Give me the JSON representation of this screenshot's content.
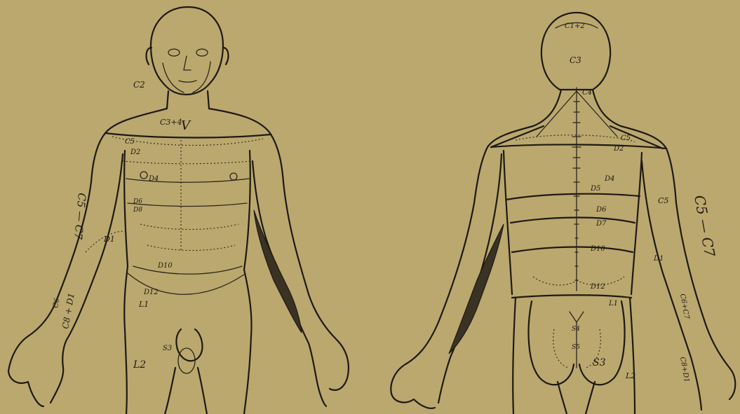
{
  "front": {
    "labels": {
      "c2": "C2",
      "c3c4": "C3+4",
      "v": "V",
      "c5": "C5",
      "c5_c7": "C5 — C7",
      "d2": "D2",
      "d4": "D4",
      "d6": "D6",
      "d8": "D8",
      "d1": "D1",
      "d10": "D10",
      "d12": "D12",
      "l1": "L1",
      "c8_d1": "C8 + D1",
      "c6": "C6",
      "s3": "S3",
      "l2": "L2"
    }
  },
  "back": {
    "labels": {
      "c1c2": "C1+2",
      "c3": "C3",
      "c4": "C4",
      "c5": "C5",
      "d2": "D2",
      "d4": "D4",
      "d5": "D5",
      "d6": "D6",
      "d7": "D7",
      "d10": "D10",
      "d12": "D12",
      "l1": "L1",
      "c5arm": "C5",
      "d1": "D1",
      "c5_c7": "C5 — C7",
      "c6c7": "C6+C7",
      "c8d1": "C8+D1",
      "s3": "S3",
      "s4": "S4",
      "s5": "S5",
      "l2": "L2"
    }
  }
}
